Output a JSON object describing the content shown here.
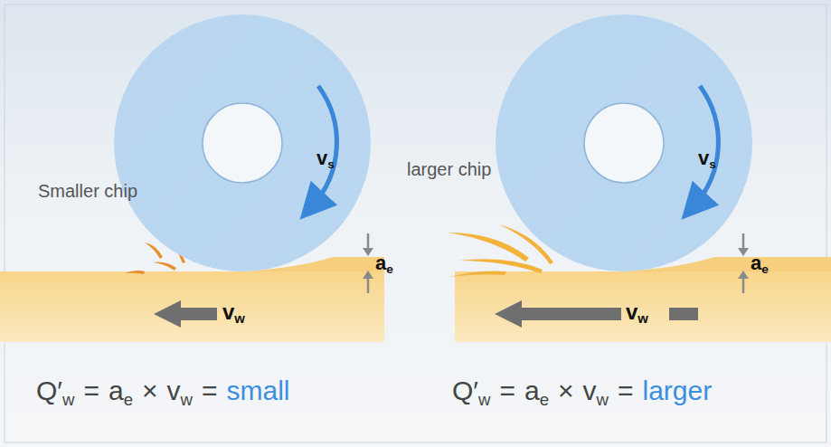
{
  "diagram": {
    "labels": [
      "Smaller chip",
      "v",
      "s",
      "a",
      "e",
      "v",
      "w",
      "Q′",
      "w",
      "=",
      "a",
      "e",
      "×",
      "v",
      "w",
      "=",
      "small",
      "larger chip",
      "v",
      "s",
      "a",
      "e",
      "v",
      "w",
      "Q′",
      "w",
      "=",
      "a",
      "e",
      "×",
      "v",
      "w",
      "=",
      "larger"
    ]
  }
}
